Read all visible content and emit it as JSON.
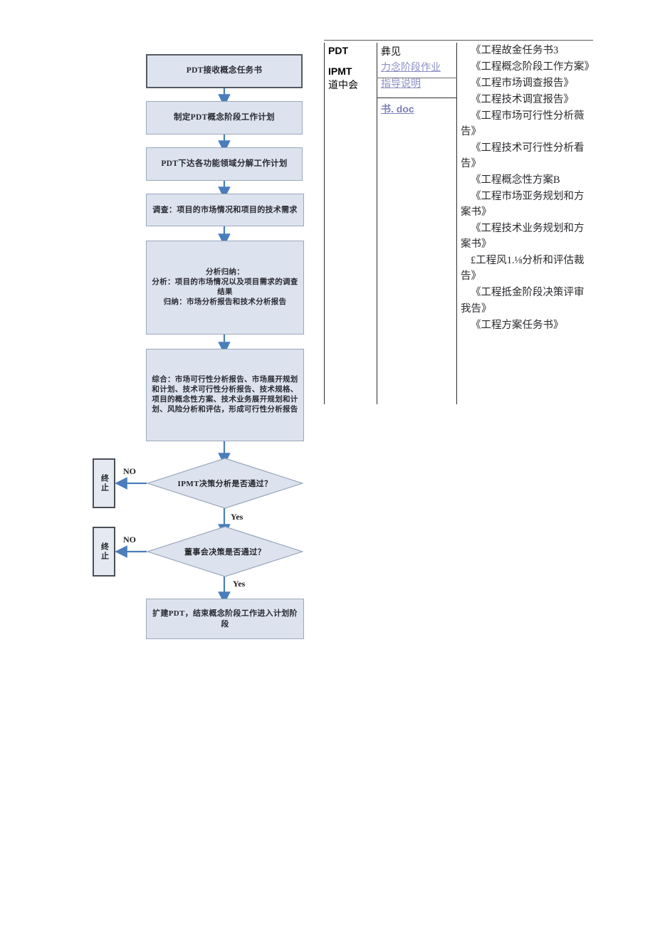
{
  "flowchart": {
    "nodes": [
      {
        "id": "n1",
        "label": "PDT接收概念任务书"
      },
      {
        "id": "n2",
        "label": "制定PDT概念阶段工作计划"
      },
      {
        "id": "n3",
        "label": "PDT下达各功能领域分解工作计划"
      },
      {
        "id": "n4",
        "label": "调查：项目的市场情况和项目的技术需求"
      },
      {
        "id": "n5",
        "label": "分析归纳：\n分析：项目的市场情况以及项目需求的调查结果\n归纳：市场分析报告和技术分析报告"
      },
      {
        "id": "n6",
        "label": "综合：市场可行性分析报告、市场展开规划和计划、技术可行性分析报告、技术规格、项目的概念性方案、技术业务展开规划和计划、风险分析和评估，形成可行性分析报告"
      },
      {
        "id": "n9",
        "label": "扩建PDT，结束概念阶段工作进入计划阶段"
      }
    ],
    "decisions": [
      {
        "id": "d1",
        "label": "IPMT决策分析是否通过？"
      },
      {
        "id": "d2",
        "label": "董事会决策是否通过？"
      }
    ],
    "terminators": [
      {
        "id": "t1",
        "label": "终止"
      },
      {
        "id": "t2",
        "label": "终止"
      }
    ],
    "edge_labels": {
      "no_1": "NO",
      "no_2": "NO",
      "yes_1": "Yes",
      "yes_2": "Yes"
    },
    "colors": {
      "node_fill": "#dce3ef",
      "node_border": "#9aa7bb",
      "start_border": "#565a60",
      "arrow": "#4a7ebb",
      "diamond_fill": "#dde3ee",
      "diamond_border": "#9aa7bb"
    }
  },
  "table": {
    "role_cell": {
      "line1": "PDT",
      "line2": "IPMT",
      "line3": "道中会"
    },
    "doc_cell": {
      "heading": "彝见",
      "link_line1": "力念阶段作业",
      "link_line2": "指导说明",
      "link_line3": "书. doc"
    },
    "outputs": [
      "《工程故金任务书3",
      "《工程概念阶段工作方案》",
      "《工程市场调查报告》",
      "《工程技术调宜报告》",
      "《工程市场可行性分析薇告》",
      "《工程技术可行性分析看告》",
      "《工程概念性方案B",
      "《工程市场亚务规划和方案书》",
      "《工程技术业务规划和方案书》",
      "£工程风1.⅛分析和评估裁告》",
      "《工程抵金阶段决策评审我告》",
      "《工程方案任务书》"
    ],
    "colors": {
      "border": "#2e2e33",
      "link": "#8d8fc4"
    }
  }
}
